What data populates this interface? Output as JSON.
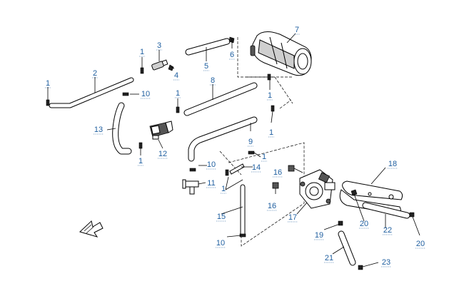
{
  "callouts": [
    {
      "id": "p1a",
      "text": "1"
    },
    {
      "id": "p1b",
      "text": "1"
    },
    {
      "id": "p1c",
      "text": "1"
    },
    {
      "id": "p1d",
      "text": "1"
    },
    {
      "id": "p1e",
      "text": "1"
    },
    {
      "id": "p1f",
      "text": "1"
    },
    {
      "id": "p1g",
      "text": "1"
    },
    {
      "id": "p1h",
      "text": "1"
    },
    {
      "id": "p2",
      "text": "2"
    },
    {
      "id": "p3",
      "text": "3"
    },
    {
      "id": "p4",
      "text": "4"
    },
    {
      "id": "p5",
      "text": "5"
    },
    {
      "id": "p6",
      "text": "6"
    },
    {
      "id": "p7",
      "text": "7"
    },
    {
      "id": "p8",
      "text": "8"
    },
    {
      "id": "p9",
      "text": "9"
    },
    {
      "id": "p10a",
      "text": "10"
    },
    {
      "id": "p10b",
      "text": "10"
    },
    {
      "id": "p10c",
      "text": "10"
    },
    {
      "id": "p11",
      "text": "11"
    },
    {
      "id": "p12",
      "text": "12"
    },
    {
      "id": "p13",
      "text": "13"
    },
    {
      "id": "p14",
      "text": "14"
    },
    {
      "id": "p15",
      "text": "15"
    },
    {
      "id": "p16a",
      "text": "16"
    },
    {
      "id": "p16b",
      "text": "16"
    },
    {
      "id": "p17",
      "text": "17"
    },
    {
      "id": "p18",
      "text": "18"
    },
    {
      "id": "p19",
      "text": "19"
    },
    {
      "id": "p20a",
      "text": "20"
    },
    {
      "id": "p20b",
      "text": "20"
    },
    {
      "id": "p21",
      "text": "21"
    },
    {
      "id": "p22",
      "text": "22"
    },
    {
      "id": "p23",
      "text": "23"
    }
  ],
  "icons": {
    "direction_arrow": "front-direction-arrow-icon"
  }
}
